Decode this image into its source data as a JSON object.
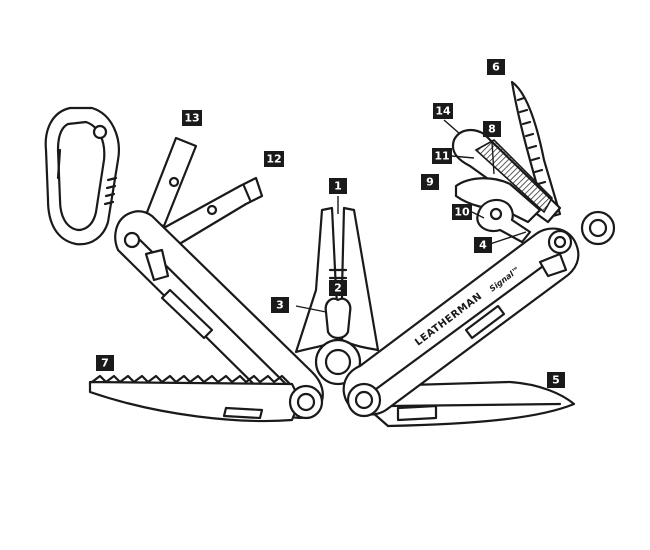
{
  "diagram": {
    "brand": "LEATHERMAN",
    "model": "Signal™",
    "callouts": [
      {
        "id": "c1",
        "label": "1"
      },
      {
        "id": "c2",
        "label": "2"
      },
      {
        "id": "c3",
        "label": "3"
      },
      {
        "id": "c4",
        "label": "4"
      },
      {
        "id": "c5",
        "label": "5"
      },
      {
        "id": "c6",
        "label": "6"
      },
      {
        "id": "c7",
        "label": "7"
      },
      {
        "id": "c8",
        "label": "8"
      },
      {
        "id": "c9",
        "label": "9"
      },
      {
        "id": "c10",
        "label": "10"
      },
      {
        "id": "c11",
        "label": "11"
      },
      {
        "id": "c12",
        "label": "12"
      },
      {
        "id": "c13",
        "label": "13"
      },
      {
        "id": "c14",
        "label": "14"
      }
    ]
  }
}
